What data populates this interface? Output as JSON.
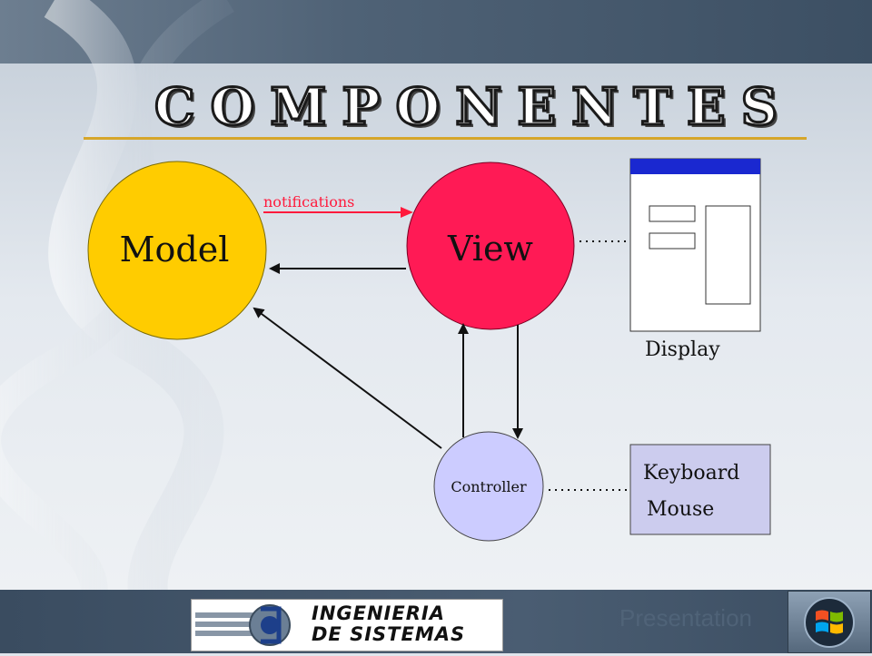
{
  "slide": {
    "title": "COMPONENTES"
  },
  "diagram": {
    "model_label": "Model",
    "view_label": "View",
    "controller_label": "Controller",
    "notifications_label": "notifications",
    "display_label": "Display",
    "keyboard_label": "Keyboard",
    "mouse_label": "Mouse"
  },
  "footer": {
    "logo_line1": "INGENIERIA",
    "logo_line2": "DE SISTEMAS",
    "presentation_label": "Presentation"
  },
  "colors": {
    "model": "#ffcc00",
    "view": "#ff1a55",
    "controller": "#ccccff",
    "notifications": "#ff1a3c",
    "display_bar": "#1a28d0",
    "title_rule": "#d6a62a"
  }
}
